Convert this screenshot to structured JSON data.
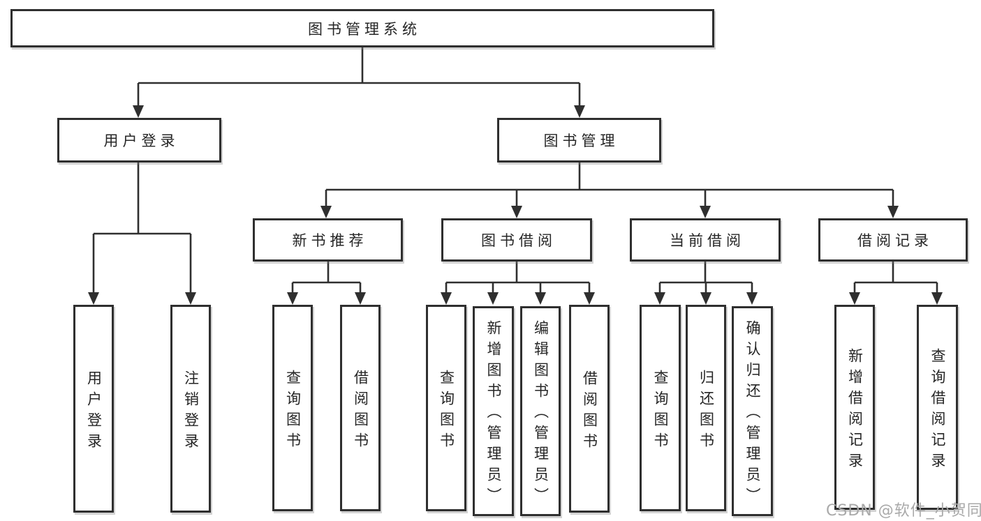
{
  "colors": {
    "line": "#2f2f2f",
    "text": "#262626",
    "box_background": "#ffffff",
    "watermark": "#a9a9a9"
  },
  "root": {
    "label": "图书管理系统"
  },
  "branches": [
    {
      "label": "用户登录",
      "children": [
        "用户登录",
        "注销登录"
      ]
    },
    {
      "label": "图书管理",
      "children": [
        {
          "label": "新书推荐",
          "children": [
            "查询图书",
            "借阅图书"
          ]
        },
        {
          "label": "图书借阅",
          "children": [
            "查询图书",
            "新增图书（管理员）",
            "编辑图书（管理员）",
            "借阅图书"
          ]
        },
        {
          "label": "当前借阅",
          "children": [
            "查询图书",
            "归还图书",
            "确认归还（管理员）"
          ]
        },
        {
          "label": "借阅记录",
          "children": [
            "新增借阅记录",
            "查询借阅记录"
          ]
        }
      ]
    }
  ],
  "watermark": "CSDN @软件_小贺同学"
}
